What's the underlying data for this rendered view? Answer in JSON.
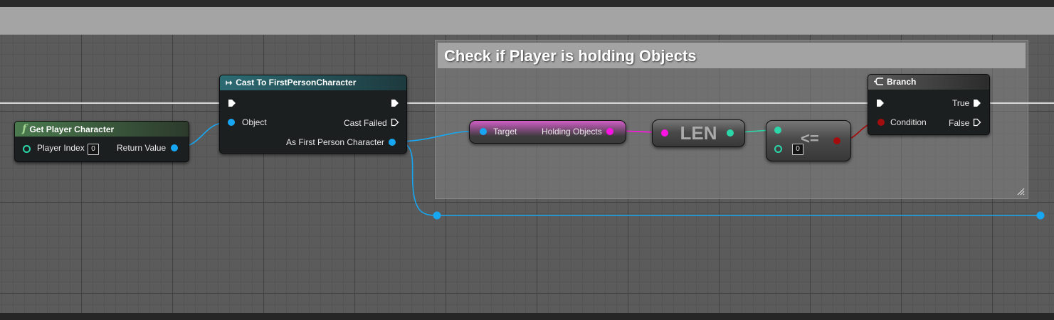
{
  "colors": {
    "exec_wire": "#dcdcdc",
    "object_pin": "#17a7f2",
    "array_pin": "#ff12e4",
    "int_pin": "#2bd7a9",
    "bool_pin": "#a40d0d",
    "function_header": "#4a7a4e",
    "cast_header": "#2c6b73"
  },
  "comment": {
    "title": "Check if Player is holding Objects"
  },
  "get_player_character": {
    "icon": "function-icon",
    "title": "Get Player Character",
    "player_index_label": "Player Index",
    "player_index_value": "0",
    "return_value_label": "Return Value"
  },
  "cast_node": {
    "icon": "cast-icon",
    "title": "Cast To FirstPersonCharacter",
    "object_label": "Object",
    "cast_failed_label": "Cast Failed",
    "output_label": "As First Person Character"
  },
  "get_holding_objects": {
    "target_label": "Target",
    "output_label": "Holding Objects"
  },
  "len_node": {
    "label": "LEN"
  },
  "compare_node": {
    "operator": "<=",
    "input_b_value": "0"
  },
  "branch_node": {
    "icon": "branch-icon",
    "title": "Branch",
    "condition_label": "Condition",
    "true_label": "True",
    "false_label": "False"
  }
}
